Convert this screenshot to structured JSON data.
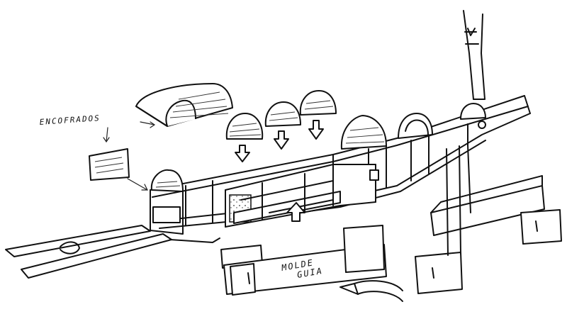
{
  "labels": {
    "formwork": "ENCOFRADOS",
    "mold": "MOLDE",
    "guide": "GUIA"
  }
}
